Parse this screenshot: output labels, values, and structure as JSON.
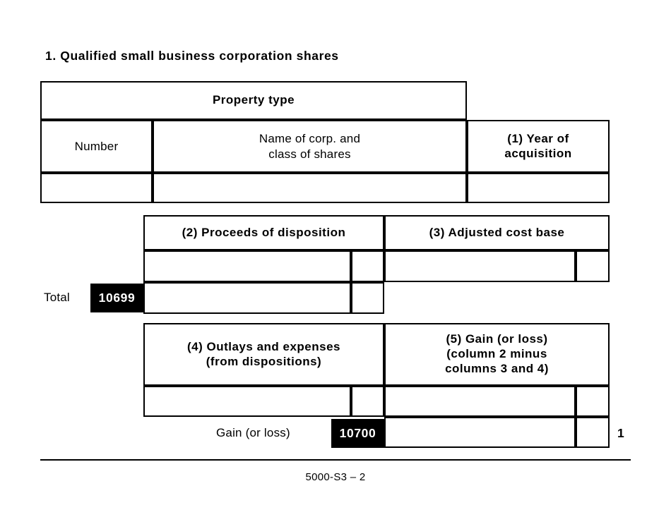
{
  "section": {
    "number": "1.",
    "title": "1. Qualified small business corporation shares"
  },
  "property_table": {
    "group_header": "Property type",
    "columns": {
      "number": "Number",
      "name_of_corp_line1": "Name of corp. and",
      "name_of_corp_line2": "class of shares",
      "year_line1": "(1) Year of",
      "year_line2": "acquisition"
    }
  },
  "amounts_table_1": {
    "col2_header": "(2) Proceeds of disposition",
    "col3_header": "(3) Adjusted cost base",
    "total_label": "Total",
    "total_line_number": "10699"
  },
  "amounts_table_2": {
    "col4_header_line1": "(4) Outlays and expenses",
    "col4_header_line2": "(from dispositions)",
    "col5_header_line1": "(5) Gain (or loss)",
    "col5_header_line2": "(column 2 minus",
    "col5_header_line3": "columns 3 and 4)",
    "gain_label": "Gain (or loss)",
    "gain_line_number": "10700",
    "item_number": "1"
  },
  "footer": {
    "form_id": "5000-S3 – 2"
  },
  "colors": {
    "ink": "#000000",
    "paper": "#ffffff",
    "line_box_bg": "#000000",
    "line_box_text": "#ffffff"
  }
}
